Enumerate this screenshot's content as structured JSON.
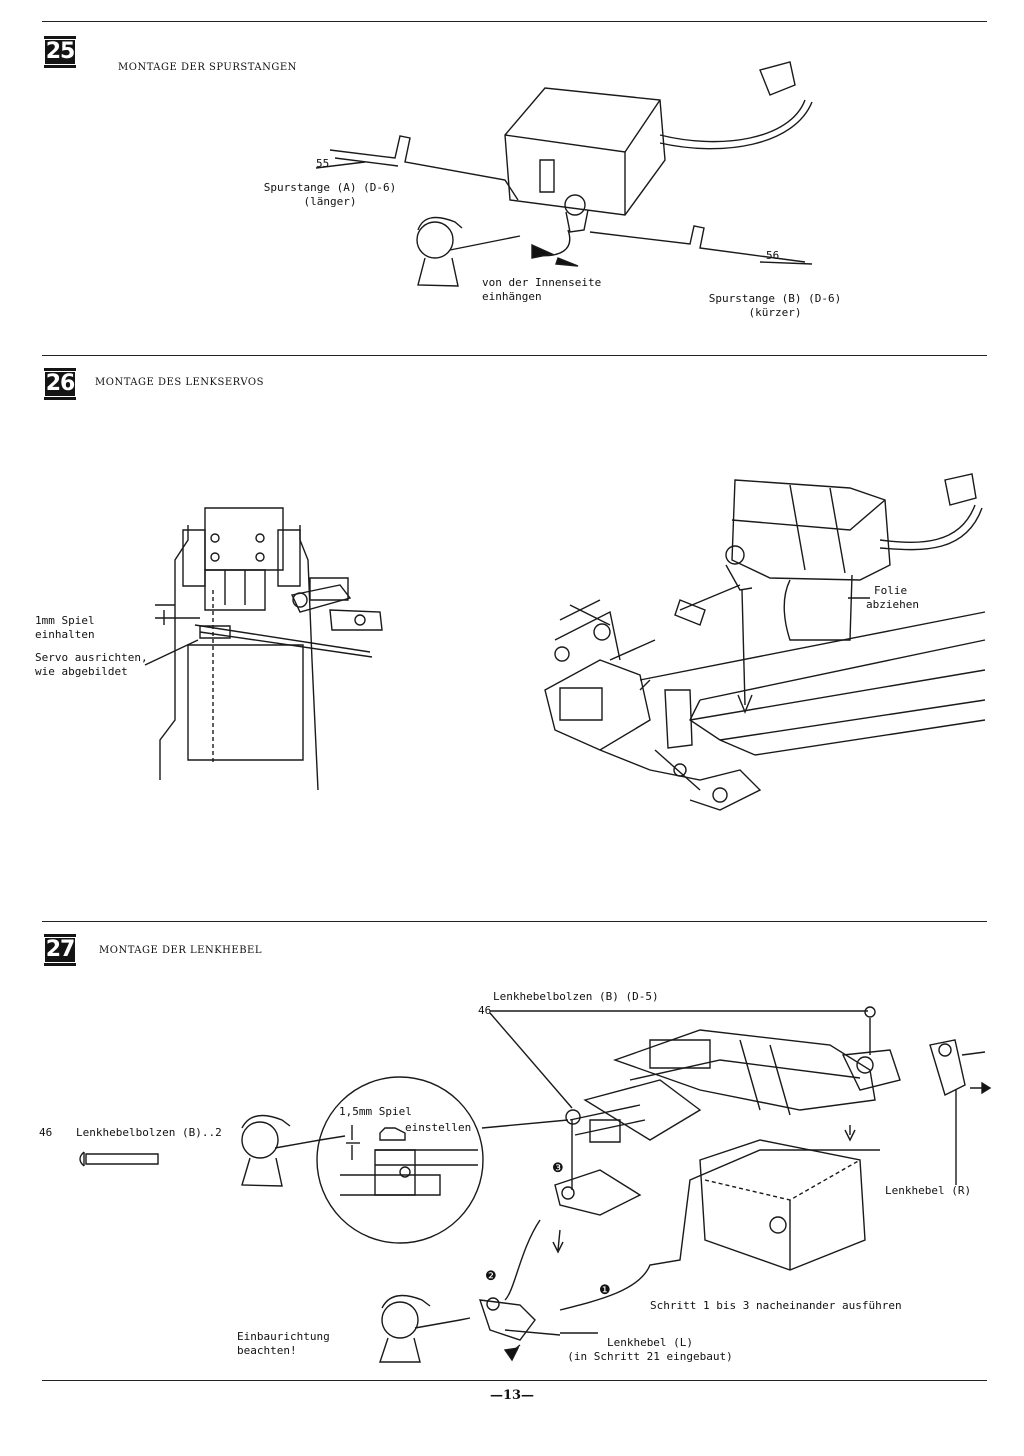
{
  "page_number": "—13—",
  "steps": [
    {
      "number": "25",
      "title": "MONTAGE DER SPURSTANGEN",
      "part_55": "55",
      "part_56": "56",
      "rod_a_label": "Spurstange (A) (D-6)",
      "rod_a_note": "(länger)",
      "hook_note_1": "von der Innenseite",
      "hook_note_2": "einhängen",
      "rod_b_label": "Spurstange (B) (D-6)",
      "rod_b_note": "(kürzer)"
    },
    {
      "number": "26",
      "title": "MONTAGE DES LENKSERVOS",
      "play_1": "1mm Spiel",
      "play_2": "einhalten",
      "align_1": "Servo ausrichten,",
      "align_2": "wie abgebildet",
      "foil_1": "Folie",
      "foil_2": "abziehen"
    },
    {
      "number": "27",
      "title": "MONTAGE DER LENKHEBEL",
      "bolt_title": "Lenkhebelbolzen (B) (D-5)",
      "bolt_num": "46",
      "parts_num": "46",
      "parts_name": "Lenkhebelbolzen (B)..2",
      "detail_1": "1,5mm Spiel",
      "detail_2": "einstellen",
      "lever_r": "Lenkhebel (R)",
      "sequence": "Schritt 1 bis 3 nacheinander ausführen",
      "lever_l": "Lenkhebel (L)",
      "lever_l_note": "(in Schritt 21 eingebaut)",
      "direction_1": "Einbaurichtung",
      "direction_2": "beachten!",
      "marker_1": "❶",
      "marker_2": "❷",
      "marker_3": "❸"
    }
  ]
}
